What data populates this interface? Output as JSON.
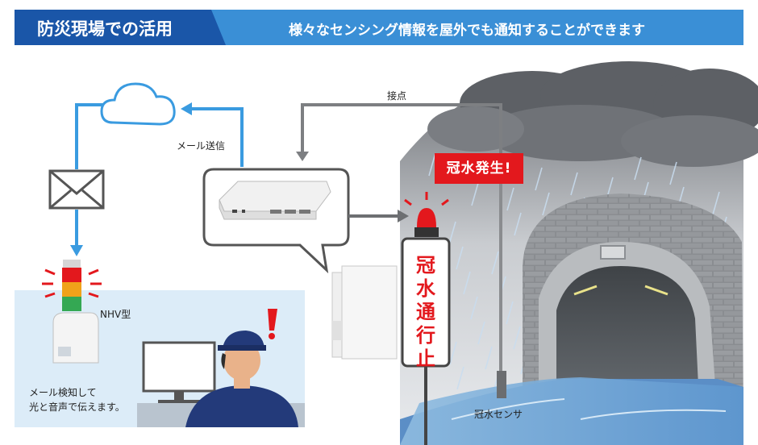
{
  "header": {
    "title": "防災現場での活用",
    "subtitle": "様々なセンシング情報を屋外でも通知することができます"
  },
  "labels": {
    "contact": "接点",
    "mail_send": "メール送信",
    "device_model": "NHV型",
    "notify_line1": "メール検知して",
    "notify_line2": "光と音声で伝えます。",
    "flood_sensor": "冠水センサ"
  },
  "alert": {
    "flood_occurred": "冠水発生!"
  },
  "sign": {
    "text": "冠水通行止"
  },
  "colors": {
    "header_dark": "#1a56a8",
    "header_light": "#3a8fd6",
    "flow_arrow": "#3a9be0",
    "alert_red": "#e3181d"
  }
}
